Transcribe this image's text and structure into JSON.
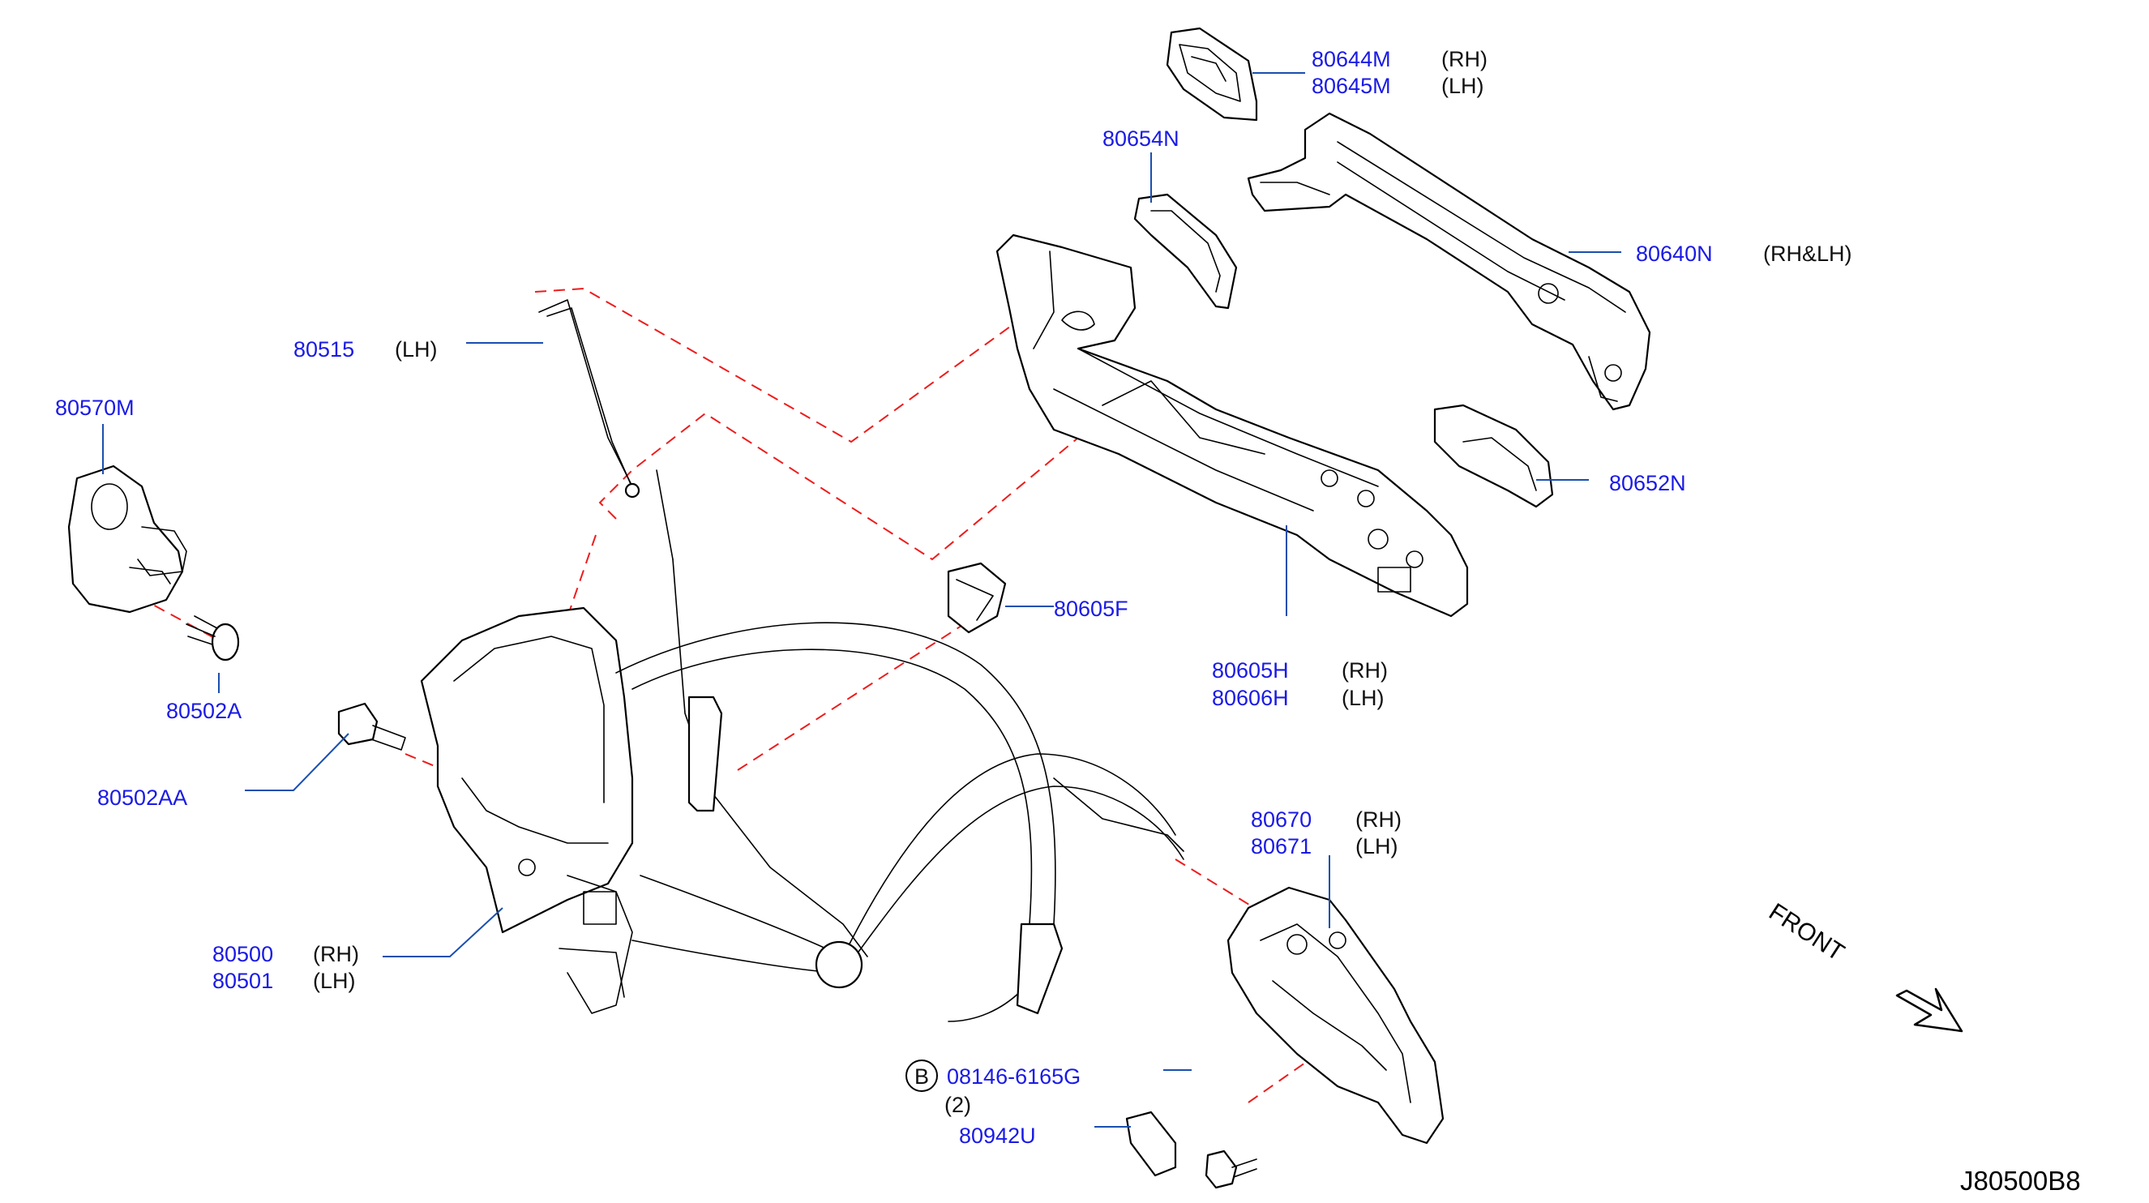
{
  "labels": {
    "p80644M": {
      "pn": "80644M",
      "qual": "(RH)"
    },
    "p80645M": {
      "pn": "80645M",
      "qual": "(LH)"
    },
    "p80654N": {
      "pn": "80654N"
    },
    "p80640N": {
      "pn": "80640N",
      "qual": "(RH&LH)"
    },
    "p80515": {
      "pn": "80515",
      "qual": "(LH)"
    },
    "p80570M": {
      "pn": "80570M"
    },
    "p80652N": {
      "pn": "80652N"
    },
    "p80605F": {
      "pn": "80605F"
    },
    "p80605H": {
      "pn": "80605H",
      "qual": "(RH)"
    },
    "p80606H": {
      "pn": "80606H",
      "qual": "(LH)"
    },
    "p80502A": {
      "pn": "80502A"
    },
    "p80502AA": {
      "pn": "80502AA"
    },
    "p80670": {
      "pn": "80670",
      "qual": "(RH)"
    },
    "p80671": {
      "pn": "80671",
      "qual": "(LH)"
    },
    "p80500": {
      "pn": "80500",
      "qual": "(RH)"
    },
    "p80501": {
      "pn": "80501",
      "qual": "(LH)"
    },
    "p08146": {
      "badge": "B",
      "pn": "08146-6165G",
      "qty": "(2)"
    },
    "p80942U": {
      "pn": "80942U"
    }
  },
  "front_label": "FRONT",
  "diagram_code": "J80500B8",
  "colors": {
    "part_number": "#1a1ae6",
    "leader_line": "#1a4fb0",
    "dashed_connector": "#ee1c1c",
    "line_art": "#000000"
  }
}
